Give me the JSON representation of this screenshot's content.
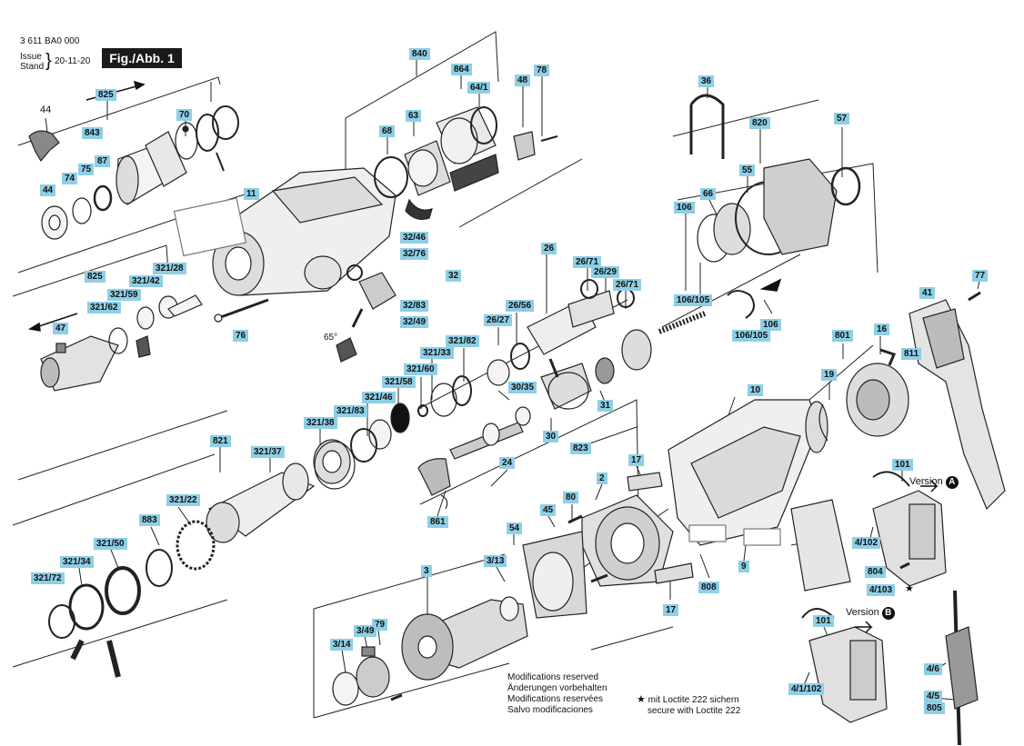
{
  "header": {
    "number": "3 611 BA0 000",
    "issue_label": "Issue",
    "stand_label": "Stand",
    "date": "20-11-20",
    "fig": "Fig./Abb. 1"
  },
  "labels": {
    "l44a": "44",
    "l825a": "825",
    "l843": "843",
    "l87": "87",
    "l75": "75",
    "l74": "74",
    "l44b": "44",
    "l70": "70",
    "l840": "840",
    "l864": "864",
    "l48": "48",
    "l78": "78",
    "l64_1": "64/1",
    "l68": "68",
    "l63": "63",
    "l11": "11",
    "l36": "36",
    "l820": "820",
    "l57": "57",
    "l55": "55",
    "l66": "66",
    "l106a": "106",
    "l106_105a": "106/105",
    "l106_105b": "106/105",
    "l106b": "106",
    "l77": "77",
    "l41": "41",
    "l825b": "825",
    "l321_28": "321/28",
    "l321_42": "321/42",
    "l321_59": "321/59",
    "l321_62": "321/62",
    "l47": "47",
    "l32_46": "32/46",
    "l32_76": "32/76",
    "l32": "32",
    "l32_83": "32/83",
    "l32_49": "32/49",
    "l76": "76",
    "l26": "26",
    "l26_71a": "26/71",
    "l26_29": "26/29",
    "l26_71b": "26/71",
    "l26_56": "26/56",
    "l26_27": "26/27",
    "l321_82": "321/82",
    "l321_33": "321/33",
    "l321_60": "321/60",
    "l321_58": "321/58",
    "l321_46": "321/46",
    "l321_83": "321/83",
    "l321_38": "321/38",
    "l30_35": "30/35",
    "l31": "31",
    "l30": "30",
    "l823": "823",
    "l801": "801",
    "l16": "16",
    "l811": "811",
    "l19": "19",
    "l10": "10",
    "l821": "821",
    "l321_37": "321/37",
    "l321_22": "321/22",
    "l883": "883",
    "l321_50": "321/50",
    "l321_34": "321/34",
    "l321_72": "321/72",
    "l24": "24",
    "l861": "861",
    "l17a": "17",
    "l2": "2",
    "l80": "80",
    "l45": "45",
    "l54": "54",
    "l3_13": "3/13",
    "l3": "3",
    "l79": "79",
    "l3_49": "3/49",
    "l3_14": "3/14",
    "l17b": "17",
    "l808": "808",
    "l9": "9",
    "l101a": "101",
    "l4_102": "4/102",
    "l804": "804",
    "l4_103": "4/103",
    "l101b": "101",
    "l4_1_102": "4/1/102",
    "l4_6": "4/6",
    "l4_5": "4/5",
    "l805": "805"
  },
  "versions": {
    "a_label": "Version",
    "a_badge": "A",
    "b_label": "Version",
    "b_badge": "B"
  },
  "star": "★",
  "footer": {
    "lines": [
      "Modifications reserved",
      "Änderungen vorbehalten",
      "Modifications reservées",
      "Salvo modificaciones"
    ],
    "loctite_star": "★",
    "loctite_1": "mit Loctite 222 sichern",
    "loctite_2": "secure with Loctite 222"
  },
  "angle": "65°"
}
